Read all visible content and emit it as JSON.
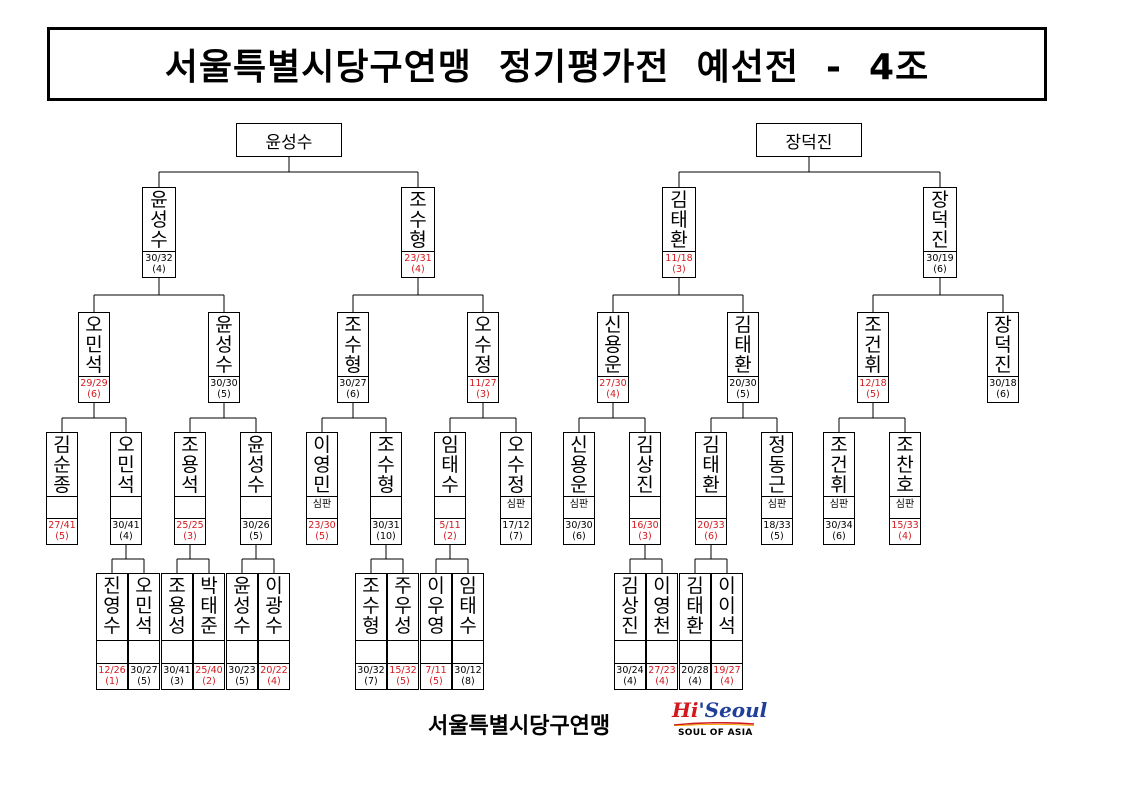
{
  "title": "서울특별시당구연맹  정기평가전  예선전  -  4조",
  "footer": {
    "org": "서울특별시당구연맹",
    "logo_main_hi": "Hi",
    "logo_main_rest": "Seoul",
    "logo_sub": "SOUL OF ASIA"
  },
  "colors": {
    "red": "#d2191e",
    "logo_blue": "#1f3f9a"
  },
  "finalists": [
    "윤성수",
    "장덕진"
  ],
  "rounds": {
    "r1": [
      {
        "name": "윤성수",
        "score": "30/32",
        "rank": "(4)",
        "red": false
      },
      {
        "name": "조수형",
        "score": "23/31",
        "rank": "(4)",
        "red": true
      },
      {
        "name": "김태환",
        "score": "11/18",
        "rank": "(3)",
        "red": true
      },
      {
        "name": "장덕진",
        "score": "30/19",
        "rank": "(6)",
        "red": false
      }
    ],
    "r2": [
      {
        "name": "오민석",
        "score": "29/29",
        "rank": "(6)",
        "red": true
      },
      {
        "name": "윤성수",
        "score": "30/30",
        "rank": "(5)",
        "red": false
      },
      {
        "name": "조수형",
        "score": "30/27",
        "rank": "(6)",
        "red": false
      },
      {
        "name": "오수정",
        "score": "11/27",
        "rank": "(3)",
        "red": true
      },
      {
        "name": "신용운",
        "score": "27/30",
        "rank": "(4)",
        "red": true
      },
      {
        "name": "김태환",
        "score": "20/30",
        "rank": "(5)",
        "red": false
      },
      {
        "name": "조건휘",
        "score": "12/18",
        "rank": "(5)",
        "red": true
      },
      {
        "name": "장덕진",
        "score": "30/18",
        "rank": "(6)",
        "red": false
      }
    ],
    "r3": [
      {
        "name": "김순종",
        "score": "27/41",
        "rank": "(5)",
        "red": true
      },
      {
        "name": "오민석",
        "score": "30/41",
        "rank": "(4)",
        "red": false
      },
      {
        "name": "조용석",
        "score": "25/25",
        "rank": "(3)",
        "red": true
      },
      {
        "name": "윤성수",
        "score": "30/26",
        "rank": "(5)",
        "red": false
      },
      {
        "name": "이영민",
        "role": "심판",
        "score": "23/30",
        "rank": "(5)",
        "red": true
      },
      {
        "name": "조수형",
        "score": "30/31",
        "rank": "(10)",
        "red": false
      },
      {
        "name": "임태수",
        "score": "5/11",
        "rank": "(2)",
        "red": true
      },
      {
        "name": "오수정",
        "role": "심판",
        "score": "17/12",
        "rank": "(7)",
        "red": false
      },
      {
        "name": "신용운",
        "role": "심판",
        "score": "30/30",
        "rank": "(6)",
        "red": false
      },
      {
        "name": "김상진",
        "score": "16/30",
        "rank": "(3)",
        "red": true
      },
      {
        "name": "김태환",
        "score": "20/33",
        "rank": "(6)",
        "red": true
      },
      {
        "name": "정동근",
        "role": "심판",
        "score": "18/33",
        "rank": "(5)",
        "red": false
      },
      {
        "name": "조건휘",
        "role": "심판",
        "score": "30/34",
        "rank": "(6)",
        "red": false
      },
      {
        "name": "조찬호",
        "role": "심판",
        "score": "15/33",
        "rank": "(4)",
        "red": true
      }
    ],
    "r4": [
      {
        "name": "진영수",
        "score": "12/26",
        "rank": "(1)",
        "red": true
      },
      {
        "name": "오민석",
        "score": "30/27",
        "rank": "(5)",
        "red": false
      },
      {
        "name": "조용성",
        "score": "30/41",
        "rank": "(3)",
        "red": false
      },
      {
        "name": "박태준",
        "score": "25/40",
        "rank": "(2)",
        "red": true
      },
      {
        "name": "윤성수",
        "score": "30/23",
        "rank": "(5)",
        "red": false
      },
      {
        "name": "이광수",
        "score": "20/22",
        "rank": "(4)",
        "red": true
      },
      {
        "name": "조수형",
        "score": "30/32",
        "rank": "(7)",
        "red": false
      },
      {
        "name": "주우성",
        "score": "15/32",
        "rank": "(5)",
        "red": true
      },
      {
        "name": "이우영",
        "score": "7/11",
        "rank": "(5)",
        "red": true
      },
      {
        "name": "임태수",
        "score": "30/12",
        "rank": "(8)",
        "red": false
      },
      {
        "name": "김상진",
        "score": "30/24",
        "rank": "(4)",
        "red": false
      },
      {
        "name": "이영천",
        "score": "27/23",
        "rank": "(4)",
        "red": true
      },
      {
        "name": "김태환",
        "score": "20/28",
        "rank": "(4)",
        "red": false
      },
      {
        "name": "이이석",
        "score": "19/27",
        "rank": "(4)",
        "red": true
      }
    ]
  }
}
